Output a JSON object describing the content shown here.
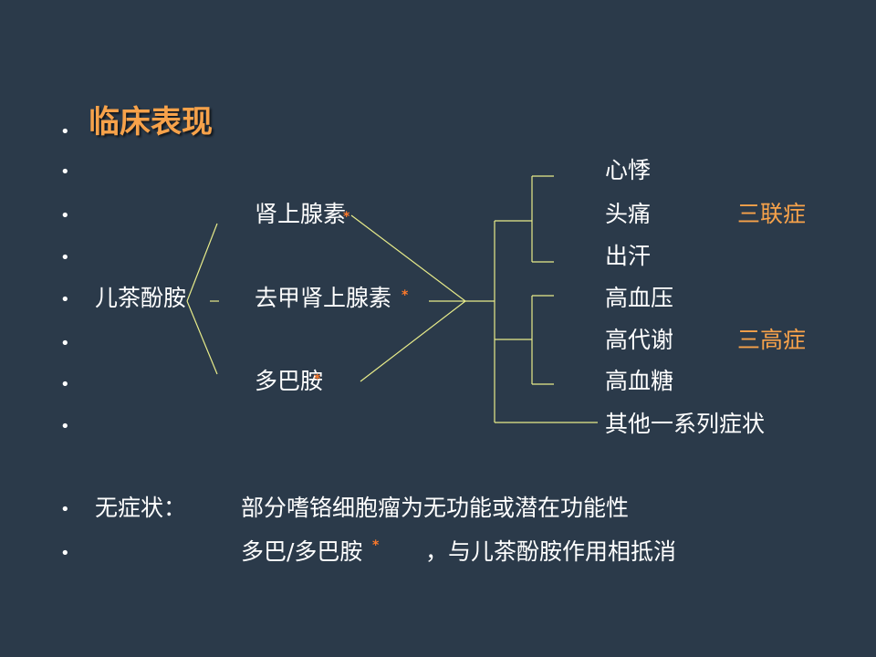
{
  "title": "临床表现",
  "catecholamine": "儿茶酚胺",
  "hormones": [
    "肾上腺素",
    "去甲肾上腺素",
    "多巴胺"
  ],
  "symptoms": [
    "心悸",
    "头痛",
    "出汗",
    "高血压",
    "高代谢",
    "高血糖",
    "其他一系列症状"
  ],
  "triad_label": "三联症",
  "three_high_label": "三高症",
  "asymptomatic": {
    "label": "无症状：",
    "line1": "部分嗜铬细胞瘤为无功能或潜在功能性",
    "line2_a": "多巴/多巴胺",
    "line2_b": "，与儿茶酚胺作用相抵消"
  },
  "colors": {
    "background": "#2b3a4a",
    "accent": "#f7a24a",
    "line": "#e8ec8a"
  }
}
